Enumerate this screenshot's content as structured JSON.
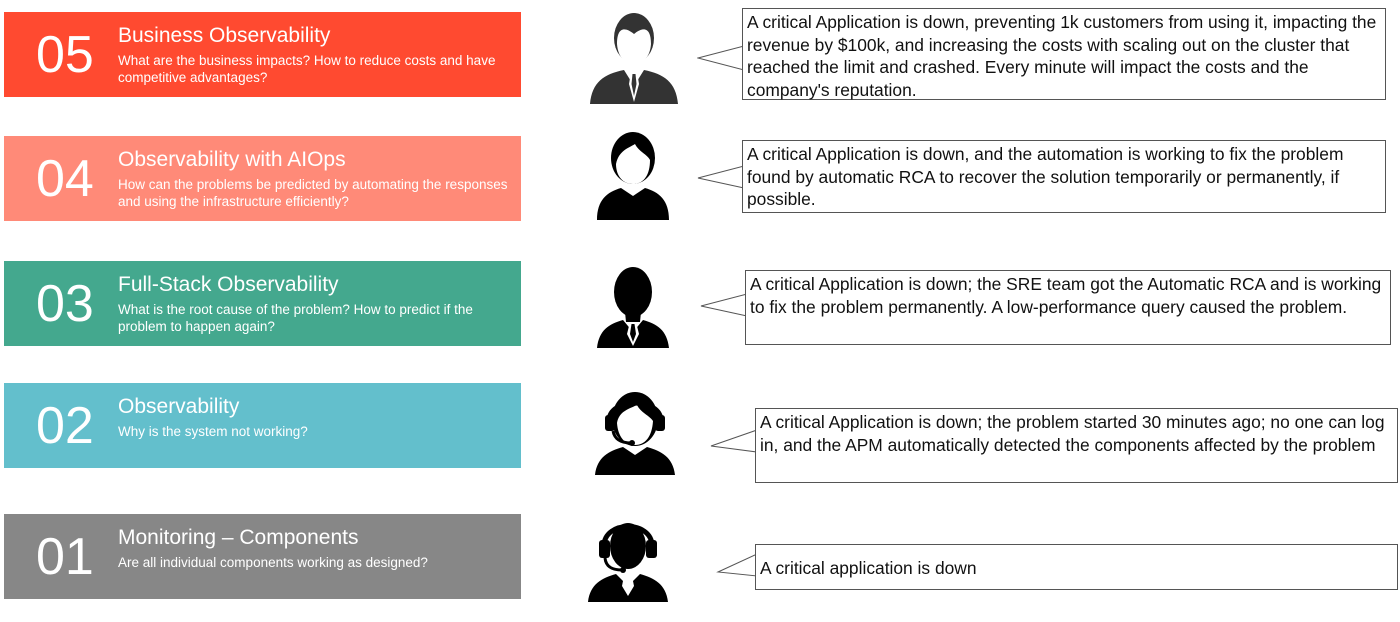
{
  "colors": {
    "level5": "#ff4a30",
    "level4": "#ff8a78",
    "level3": "#44a88e",
    "level2": "#63bfcc",
    "level1": "#878787"
  },
  "levels": [
    {
      "number": "05",
      "title": "Business Observability",
      "subtitle": "What are the business impacts? How to reduce costs and have competitive advantages?",
      "persona_icon": "businessman-icon",
      "scenario": "A critical Application is down, preventing 1k customers from using it, impacting the revenue by $100k, and increasing the costs with scaling out on the cluster that reached the limit and crashed. Every minute will impact the costs and the company's reputation."
    },
    {
      "number": "04",
      "title": "Observability with AIOps",
      "subtitle": "How can the problems be predicted by automating the responses and using the infrastructure efficiently?",
      "persona_icon": "woman-icon",
      "scenario": "A critical Application is down, and the automation is working to fix the problem found by automatic RCA to recover the solution temporarily or permanently, if possible."
    },
    {
      "number": "03",
      "title": "Full-Stack Observability",
      "subtitle": "What is the root cause of the problem? How to predict if the problem to happen again?",
      "persona_icon": "engineer-icon",
      "scenario": "A critical Application is down; the SRE team got the Automatic RCA and is working to fix the problem permanently. A low-performance query caused the problem."
    },
    {
      "number": "02",
      "title": "Observability",
      "subtitle": "Why is the system not working?",
      "persona_icon": "female-support-agent-icon",
      "scenario": "A critical Application is down; the problem started 30 minutes ago; no one can log in, and the APM automatically detected the components affected by the problem"
    },
    {
      "number": "01",
      "title": "Monitoring – Components",
      "subtitle": "Are all individual components working as designed?",
      "persona_icon": "male-support-agent-icon",
      "scenario": "A critical application is down"
    }
  ]
}
